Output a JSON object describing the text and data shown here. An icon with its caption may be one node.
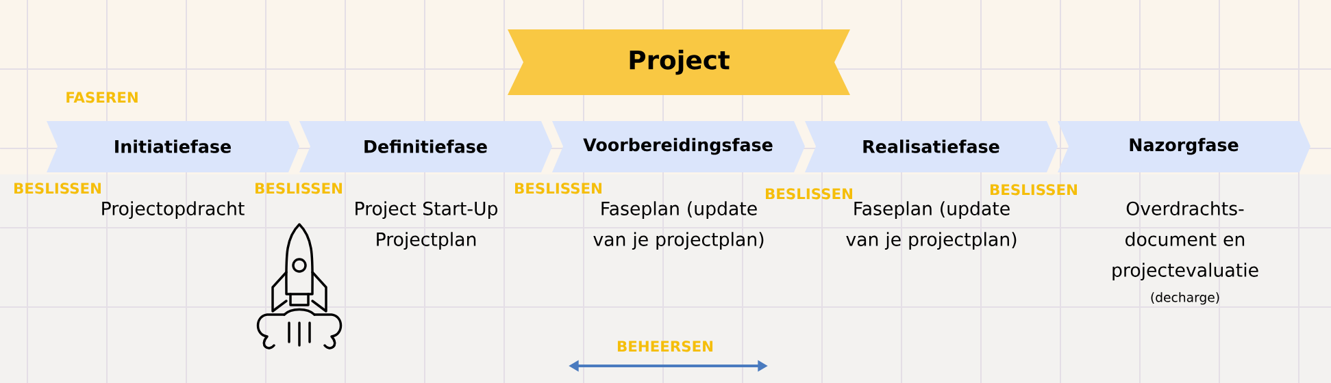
{
  "diagram": {
    "nodes": [
      {
        "text": [
          "Project"
        ]
      },
      {
        "text": [
          "Initiatiefase"
        ]
      },
      {
        "text": [
          "Definitiefase"
        ]
      },
      {
        "text": [
          "Voorbereidingsfase"
        ]
      },
      {
        "text": [
          "Realisatiefase"
        ]
      },
      {
        "text": [
          "Nazorgfase"
        ]
      }
    ],
    "edges": [],
    "labels": [
      "FASEREN",
      "BESLISSEN",
      "Projectopdracht",
      "BESLISSEN",
      "Project Start-Up",
      "Projectplan",
      "BESLISSEN",
      "Faseplan (update van je projectplan)",
      "BESLISSEN",
      "Faseplan (update van je projectplan)",
      "BESLISSEN",
      "Overdrachts- document en projectevaluatie",
      "(decharge)",
      "BEHEERSEN"
    ]
  }
}
